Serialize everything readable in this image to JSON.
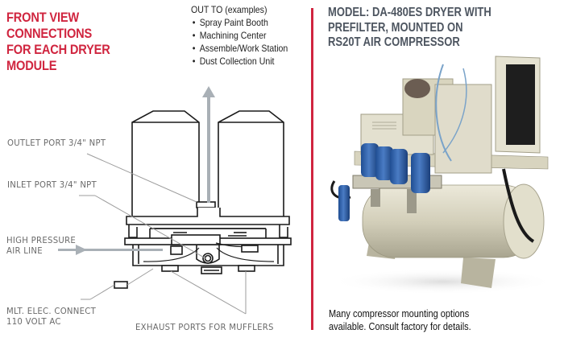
{
  "left_panel": {
    "title_lines": [
      "FRONT VIEW",
      "CONNECTIONS",
      "FOR EACH DRYER",
      "MODULE"
    ],
    "out_to": {
      "heading": "OUT TO (examples)",
      "items": [
        "Spray Paint Booth",
        "Machining Center",
        "Assemble/Work Station",
        "Dust Collection Unit"
      ]
    },
    "callouts": {
      "outlet_port": "OUTLET PORT 3/4\" NPT",
      "inlet_port": "INLET PORT 3/4\" NPT",
      "high_pressure_line1": "HIGH PRESSURE",
      "high_pressure_line2": "AIR LINE",
      "elec_line1": "MLT. ELEC. CONNECT",
      "elec_line2": "110 VOLT AC",
      "exhaust_ports": "EXHAUST PORTS FOR MUFFLERS"
    }
  },
  "right_panel": {
    "title_lines": [
      "MODEL: DA-480ES DRYER WITH",
      "PREFILTER, MOUNTED ON",
      "RS20T AIR COMPRESSOR"
    ],
    "photo_alt": "DA-480ES dryer with prefilter mounted on RS20T air compressor",
    "caption_lines": [
      "Many compressor mounting options",
      "available.  Consult factory for details."
    ]
  },
  "colors": {
    "accent_red": "#d0253f",
    "model_title_gray": "#4d5560",
    "callout_gray": "#6a6a6a",
    "arrow_gray": "#a9b0b6",
    "compressor_beige": "#dcd8c4",
    "filter_blue": "#2d5fa8"
  }
}
